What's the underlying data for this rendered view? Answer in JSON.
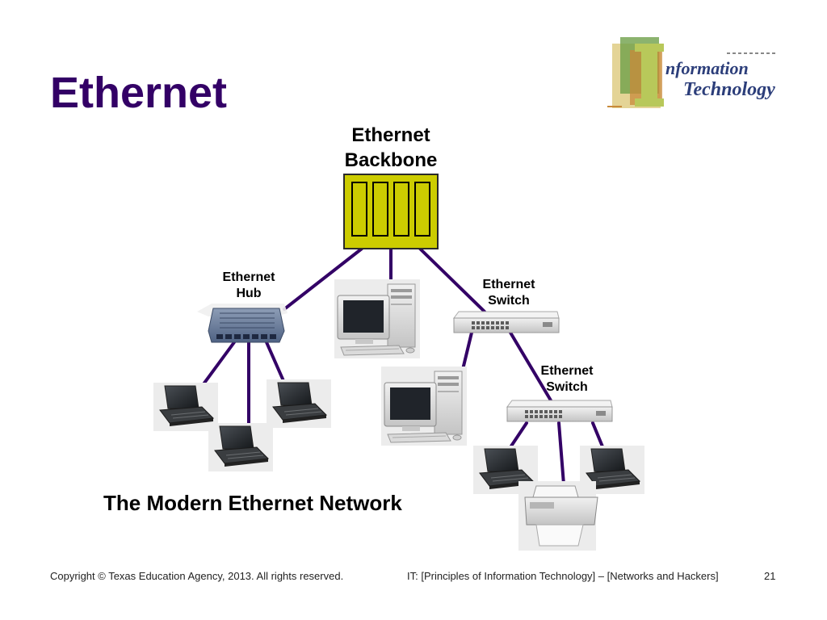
{
  "slide": {
    "title": "Ethernet",
    "caption": "The Modern Ethernet Network"
  },
  "logo": {
    "line1": "nformation",
    "line2": "Technology"
  },
  "labels": {
    "backbone": [
      "Ethernet",
      "Backbone"
    ],
    "hub": [
      "Ethernet",
      "Hub"
    ],
    "switch1": [
      "Ethernet",
      "Switch"
    ],
    "switch2": [
      "Ethernet",
      "Switch"
    ]
  },
  "footer": {
    "copyright": "Copyright © Texas Education Agency, 2013. All rights reserved.",
    "course": "IT: [Principles of Information Technology] – [Networks and Hackers]",
    "page": "21"
  },
  "colors": {
    "title": "#330066",
    "cable": "#330066",
    "backbone_fill": "#cccc00"
  }
}
